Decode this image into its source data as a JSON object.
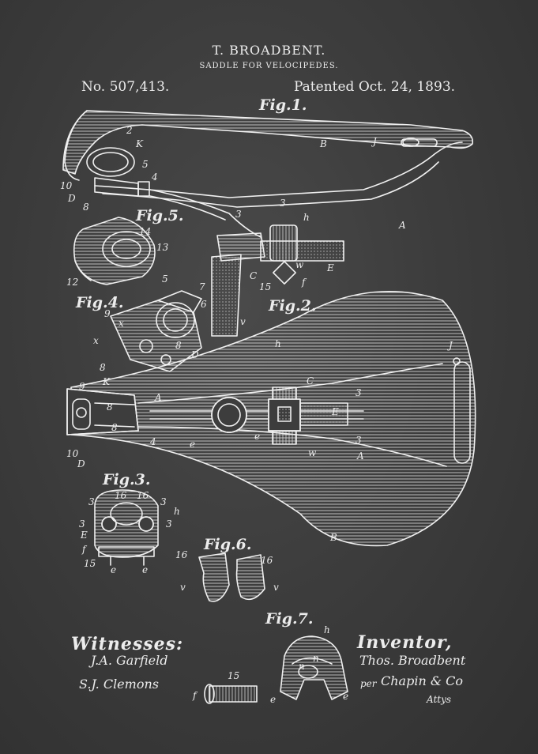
{
  "header": {
    "inventor_name": "T. BROADBENT.",
    "title": "SADDLE FOR VELOCIPEDES.",
    "patent_no": "No. 507,413.",
    "patented": "Patented Oct. 24, 1893."
  },
  "figures": {
    "fig1": "Fig.1.",
    "fig2": "Fig.2.",
    "fig3": "Fig.3.",
    "fig4": "Fig.4.",
    "fig5": "Fig.5.",
    "fig6": "Fig.6.",
    "fig7": "Fig.7."
  },
  "footer": {
    "witnesses_label": "Witnesses:",
    "witness_1": "J.A. Garfield",
    "witness_2": "S.J. Clemons",
    "inventor_label": "Inventor,",
    "inventor_signature": "Thos. Broadbent",
    "attorney_prefix": "per",
    "attorney_signature": "Chapin & Co",
    "attorney_suffix": "Attys"
  },
  "reference_labels": {
    "fig1": [
      "2",
      "K",
      "5",
      "4",
      "10",
      "D",
      "8",
      "B",
      "J",
      "3",
      "3",
      "h",
      "A",
      "C",
      "E",
      "w",
      "15",
      "f",
      "v"
    ],
    "fig5": [
      "14",
      "13",
      "12"
    ],
    "fig4": [
      "5",
      "7",
      "6",
      "9",
      "x",
      "x",
      "8",
      "D"
    ],
    "fig_main": [
      "8",
      "9",
      "K",
      "A",
      "8",
      "8",
      "4",
      "10",
      "D",
      "h",
      "C",
      "3",
      "E",
      "3",
      "A",
      "e",
      "e",
      "w",
      "J",
      "B"
    ],
    "fig3": [
      "16",
      "16",
      "3",
      "3",
      "3",
      "3",
      "h",
      "E",
      "f",
      "15",
      "e",
      "e"
    ],
    "fig6": [
      "16",
      "16",
      "v",
      "v"
    ],
    "fig7": [
      "h",
      "n",
      "n",
      "e",
      "e"
    ],
    "screw": [
      "15",
      "f"
    ]
  },
  "colors": {
    "background": "#3d3d3d",
    "line": "#f0f0f0"
  }
}
